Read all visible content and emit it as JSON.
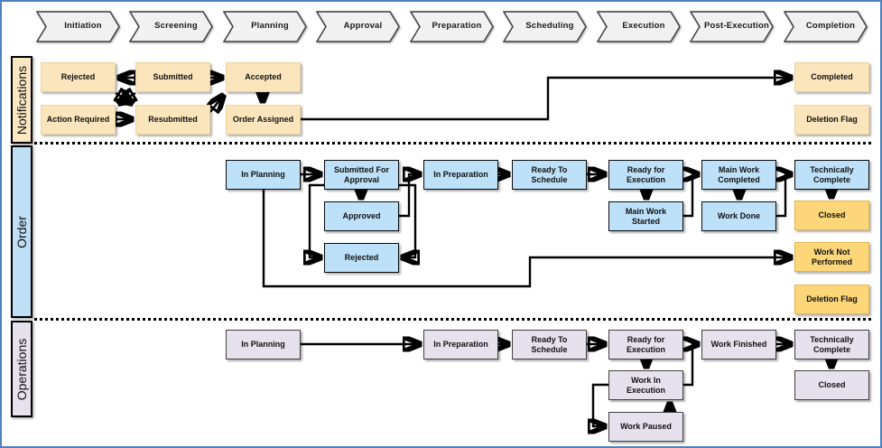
{
  "phases": [
    "Initiation",
    "Screening",
    "Planning",
    "Approval",
    "Preparation",
    "Scheduling",
    "Execution",
    "Post-Execution",
    "Completion"
  ],
  "lanes": {
    "notifications": "Notifications",
    "order": "Order",
    "operations": "Operations"
  },
  "boxes": {
    "n_rejected": "Rejected",
    "n_submitted": "Submitted",
    "n_accepted": "Accepted",
    "n_action_required": "Action Required",
    "n_resubmitted": "Resubmitted",
    "n_order_assigned": "Order Assigned",
    "n_completed": "Completed",
    "n_deletion_flag": "Deletion Flag",
    "o_in_planning": "In Planning",
    "o_submitted_for_approval": "Submitted For Approval",
    "o_approved": "Approved",
    "o_rejected": "Rejected",
    "o_in_preparation": "In Preparation",
    "o_ready_to_schedule": "Ready To Schedule",
    "o_ready_for_execution": "Ready for Execution",
    "o_main_work_started": "Main Work Started",
    "o_main_work_completed": "Main Work Completed",
    "o_work_done": "Work Done",
    "o_technically_complete": "Technically Complete",
    "o_closed": "Closed",
    "o_work_not_performed": "Work Not Performed",
    "o_deletion_flag": "Deletion Flag",
    "p_in_planning": "In Planning",
    "p_in_preparation": "In Preparation",
    "p_ready_to_schedule": "Ready To Schedule",
    "p_ready_for_execution": "Ready for Execution",
    "p_work_in_execution": "Work In Execution",
    "p_work_paused": "Work Paused",
    "p_work_finished": "Work Finished",
    "p_technically_complete": "Technically Complete",
    "p_closed": "Closed"
  },
  "colors": {
    "notification_box": "#FBE5BD",
    "order_box": "#BDE1F8",
    "final_state_box": "#FCD679",
    "operations_box": "#E6E1ED",
    "phase_chevron": "#F1F1F1",
    "lane_notifications": "#FBE7C2",
    "lane_order": "#BEDFF5",
    "lane_operations": "#E6E1ED",
    "connector": "#000000",
    "frame_border": "#4F81BD"
  }
}
